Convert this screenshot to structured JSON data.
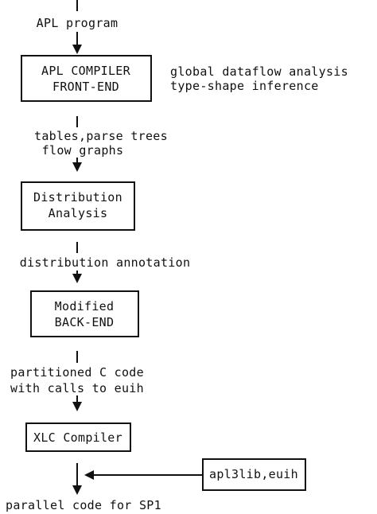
{
  "flow": {
    "input_label": "APL program",
    "front_end": {
      "line1": "APL COMPILER",
      "line2": "FRONT-END",
      "note_line1": "global dataflow analysis",
      "note_line2": "type-shape inference"
    },
    "label_tables": {
      "line1": "tables,parse trees",
      "line2": "flow graphs"
    },
    "distribution": {
      "line1": "Distribution",
      "line2": "Analysis"
    },
    "label_annotation": "distribution annotation",
    "back_end": {
      "line1": "Modified",
      "line2": "BACK-END"
    },
    "label_ccode": {
      "line1": "partitioned C code",
      "line2": "with calls to euih"
    },
    "xlc": "XLC Compiler",
    "libraries": "apl3lib,euih",
    "output_label": "parallel code for SP1"
  },
  "colors": {
    "ink": "#111111",
    "background": "#ffffff"
  }
}
